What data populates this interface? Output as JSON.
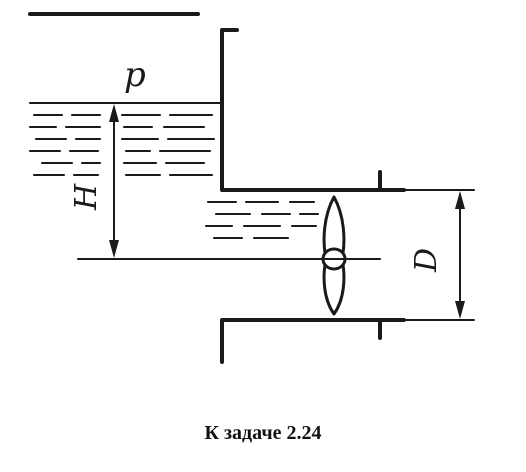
{
  "labels": {
    "pressure": "p",
    "head": "H",
    "diameter": "D"
  },
  "caption": "К задаче 2.24",
  "colors": {
    "ink": "#1a1a1a",
    "paper": "#ffffff"
  }
}
